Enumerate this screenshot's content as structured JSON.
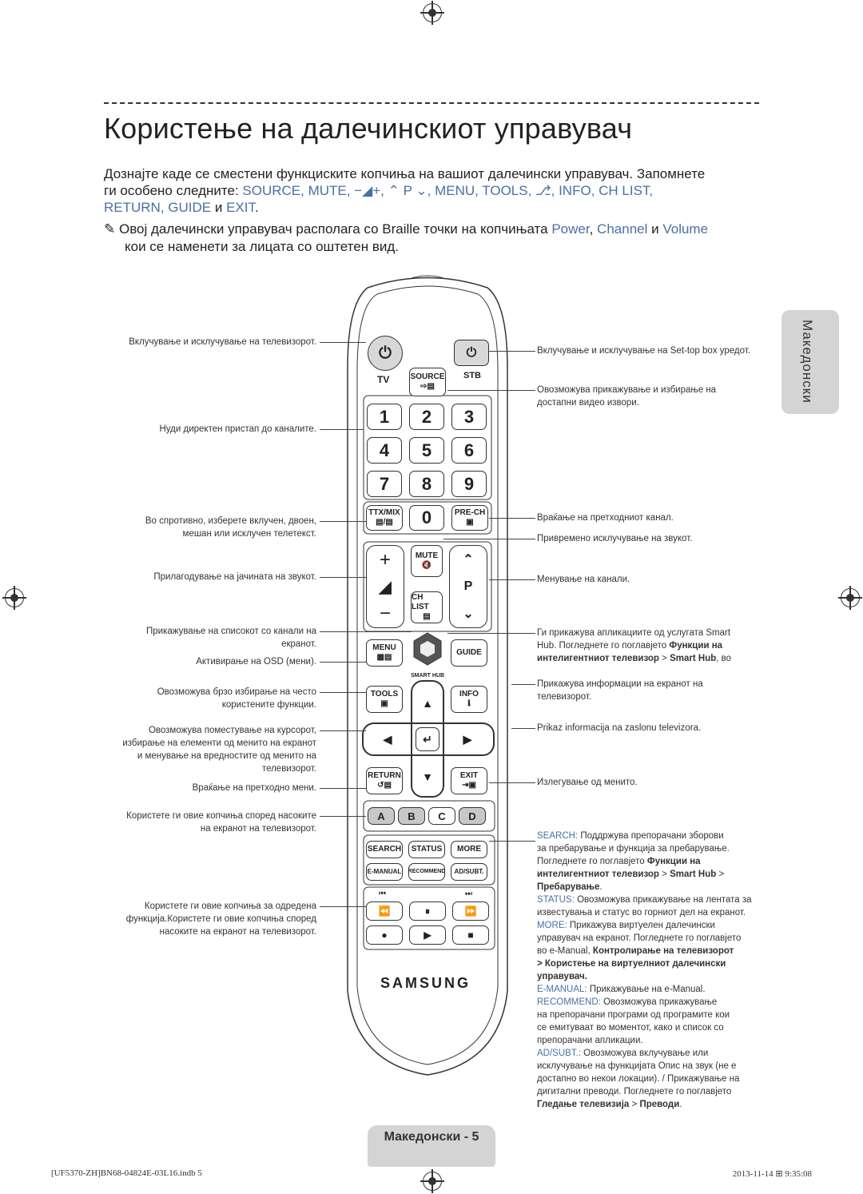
{
  "page": {
    "title": "Користење на далечинскиот управувач",
    "intro_line1": "Дознајте каде се сместени функциските копчиња на вашиот далечински управувач. Запомнете",
    "intro_line2_pre": "ги особено следните:",
    "intro_line2_keys": "SOURCE, MUTE,",
    "intro_vol": "+,",
    "intro_p": "P",
    "intro_line2_keys2": ", MENU, TOOLS,",
    "intro_line2_keys3": ", INFO, CH LIST,",
    "intro_line3_keys": "RETURN, GUIDE",
    "intro_line3_and": "и",
    "intro_line3_exit": "EXIT",
    "note_line1_pre": "Овој далечински управувач располага со Braille точки на копчињата",
    "note_power": "Power",
    "note_channel": "Channel",
    "note_and": "и",
    "note_volume": "Volume",
    "note_line2": "кои се наменети за лицата со оштетен вид.",
    "side_tab": "Македонски",
    "page_label": "Македонски - 5",
    "footer_left": "[UF5370-ZH]BN68-04824E-03L16.indb   5",
    "footer_right": "2013-11-14   ⊞ 9:35:08"
  },
  "labels_left": {
    "power": "Вклучување и исклучување на телевизорот.",
    "numbers": "Нуди директен пристап до каналите.",
    "ttx1": "Во спротивно, изберете вклучен, двоен,",
    "ttx2": "мешан или исклучен телетекст.",
    "volume": "Прилагодување на јачината на звукот.",
    "chlist1": "Прикажување на списокот со канали на",
    "chlist2": "екранот.",
    "menu": "Активирање на OSD (мени).",
    "tools1": "Овозможува брзо избирање на често",
    "tools2": "користените функции.",
    "nav1": "Овозможува поместување на курсорот,",
    "nav2": "избирање на елементи од менито на екранот",
    "nav3": "и менување на вредностите од менито на",
    "nav4": "телевизорот.",
    "return": "Враќање на претходно мени.",
    "colors1": "Користете ги овие копчиња според насоките",
    "colors2": "на екранот на телевизорот.",
    "media1": "Користете ги овие копчиња за одредена",
    "media2": "функција.Користете ги овие копчиња според",
    "media3": "насоките на екранот на телевизорот."
  },
  "labels_right": {
    "stb": "Вклучување и исклучување на Set-top box уредот.",
    "source1": "Овозможува прикажување и избирање на",
    "source2": "достапни видео извори.",
    "prech": "Враќање на претходниот канал.",
    "mute": "Привремено исклучување на звукот.",
    "channel": "Менување на канали.",
    "smart1_pre": "Ги прикажува апликациите од услугата",
    "smart1_b": "Smart",
    "smart2_pre": "Hub",
    "smart2_mid": ". Погледнете го поглавјето",
    "smart2_b": "Функции на",
    "smart3_b": "интелигентниот телевизор",
    "smart3_gt": ">",
    "smart3_hub": "Smart Hub",
    "smart3_end": ", во",
    "info1": "Прикажува информации на екранот на",
    "info2": "телевизорот.",
    "guide": "Prikaz informacija na zaslonu televizora.",
    "exit": "Излегување од менито.",
    "search_k": "SEARCH:",
    "search1": "Поддржува препорачани зборови",
    "search2": "за пребарување и функција за пребарување.",
    "search3_pre": "Погледнете го поглавјето",
    "search3_b": "Функции на",
    "search4_b": "интелигентниот телевизор",
    "search4_gt": ">",
    "search4_b2": "Smart Hub",
    "search4_gt2": ">",
    "search5_b": "Пребарување",
    "search5_end": ".",
    "status_k": "STATUS:",
    "status1": "Овозможува прикажување на лентата за",
    "status2": "известувања и статус во горниот дел на екранот.",
    "more_k": "MORE:",
    "more1": "Прикажува виртуелен далечински",
    "more2": "управувач на екранот. Погледнете го поглавјето",
    "more3_pre": "во e-Manual,",
    "more3_b": "Контролирање на телевизорот",
    "more4_b": "> Користење на виртуелниот далечински",
    "more5_b": "управувач.",
    "emanual_k": "E-MANUAL:",
    "emanual1": "Прикажување на e-Manual.",
    "rec_k": "RECOMMEND:",
    "rec1": "Овозможува прикажување",
    "rec2": "на препорачани програми од програмите кои",
    "rec3": "се емитуваат во моментот, како и список со",
    "rec4": "препорачани апликации.",
    "ad_k": "AD/SUBT.:",
    "ad1": "Овозможува вклучување или",
    "ad2": "исклучување на функцијата Опис на звук (не е",
    "ad3": "достапно во некои локации). / Прикажување на",
    "ad4": "дигитални преводи. Погледнете го поглавјето",
    "ad5_b": "Гледање телевизија",
    "ad5_gt": ">",
    "ad5_b2": "Преводи",
    "ad5_end": "."
  },
  "remote": {
    "tv": "TV",
    "stb": "STB",
    "source": "SOURCE",
    "numbers": [
      "1",
      "2",
      "3",
      "4",
      "5",
      "6",
      "7",
      "8",
      "9"
    ],
    "ttx": "TTX/MIX",
    "zero": "0",
    "prech": "PRE-CH",
    "plus": "+",
    "minus": "−",
    "mute": "MUTE",
    "chlist": "CH LIST",
    "p": "P",
    "menu": "MENU",
    "guide": "GUIDE",
    "smarthub": "SMART HUB",
    "tools": "TOOLS",
    "info": "INFO",
    "return": "RETURN",
    "exit": "EXIT",
    "colors": [
      "A",
      "B",
      "C",
      "D"
    ],
    "search": "SEARCH",
    "status": "STATUS",
    "more": "MORE",
    "emanual": "E-MANUAL",
    "recommend": "RECOMMEND",
    "adsubt": "AD/SUBT.",
    "brand": "SAMSUNG"
  },
  "colors": {
    "highlight": "#4a6fa5",
    "tab_bg": "#d4d4d4",
    "color_a": "#c8c8c8"
  }
}
